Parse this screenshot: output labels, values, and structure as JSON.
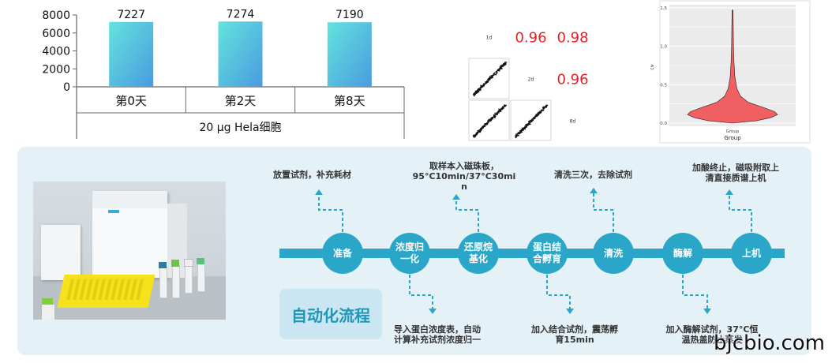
{
  "chart_data": [
    {
      "type": "bar",
      "categories": [
        "第0天",
        "第2天",
        "第8天"
      ],
      "values": [
        7227,
        7274,
        7190
      ],
      "group_label": "20 μg Hela细胞",
      "ylim": [
        0,
        8000
      ],
      "yticks": [
        0,
        2000,
        4000,
        6000,
        8000
      ],
      "bar_gradient": [
        "#63e3dd",
        "#4a9be0"
      ]
    },
    {
      "type": "scatter",
      "diag_labels": [
        "1d",
        "2d",
        "8d"
      ],
      "correlations": [
        {
          "row": 0,
          "col": 1,
          "value": "0.96"
        },
        {
          "row": 0,
          "col": 2,
          "value": "0.98"
        },
        {
          "row": 1,
          "col": 2,
          "value": "0.96"
        }
      ],
      "corr_color": "#e8202a"
    },
    {
      "type": "violin",
      "ylabel": "cv",
      "xlabel": "Group",
      "xtick": "Group",
      "ylim": [
        0,
        1.5
      ],
      "yticks": [
        "0.0",
        "0.5",
        "1.0",
        "1.5"
      ],
      "fill": "#f06062"
    }
  ],
  "workflow": {
    "title": "自动化流程",
    "nodes": [
      "准备",
      "浓度归\n一化",
      "还原烷\n基化",
      "蛋白结\n合孵育",
      "清洗",
      "酶解",
      "上机"
    ],
    "top_notes": [
      "放置试剂，补充耗材",
      "取样本入磁珠板，\n95°C10min/37°C30mi\nn",
      "清洗三次，去除试剂",
      "加酸终止，磁吸附取上\n清直接质谱上机"
    ],
    "bottom_notes": [
      "导入蛋白浓度表，自动\n计算补充试剂浓度归一",
      "加入结合试剂，震荡孵\n育15min",
      "加入酶解试剂，37°C恒\n温热盖防止蒸发"
    ],
    "accent": "#2aa6c9"
  },
  "watermark": "bjcbio.com"
}
